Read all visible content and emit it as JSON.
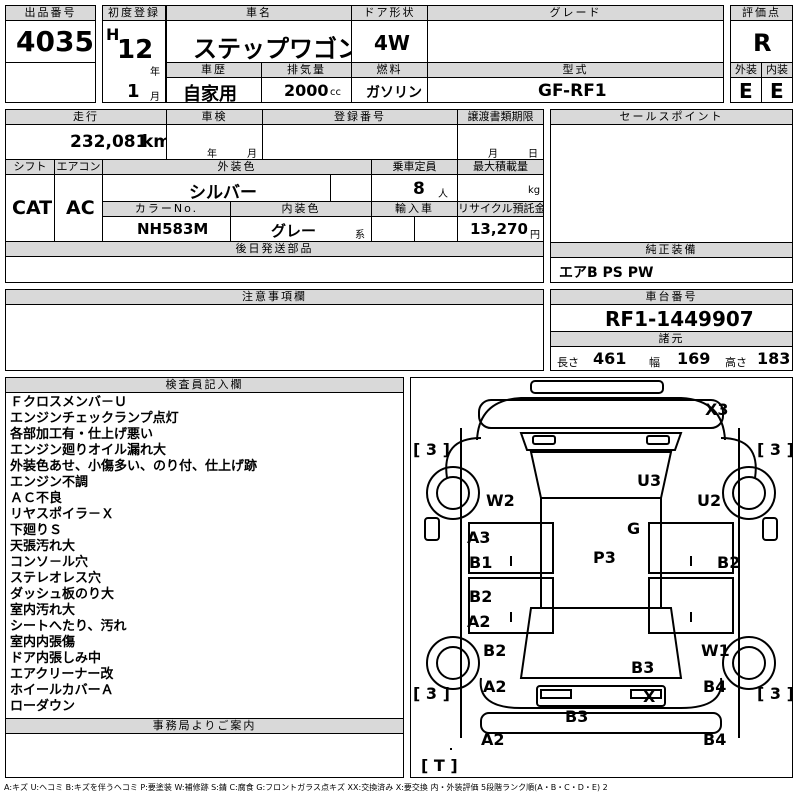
{
  "headers": {
    "lot": "出品番号",
    "first_reg": "初度登録",
    "car_name": "車名",
    "door": "ドア形状",
    "grade": "グレード",
    "score": "評価点",
    "history": "車歴",
    "displacement": "排気量",
    "fuel": "燃料",
    "model": "型式",
    "exterior": "外装",
    "interior": "内装",
    "mileage": "走行",
    "shaken": "車検",
    "reg_no": "登録番号",
    "transfer_deadline": "譲渡書類期限",
    "sales_point": "セールスポイント",
    "shift": "シフト",
    "aircon": "エアコン",
    "ext_color": "外装色",
    "capacity": "乗車定員",
    "max_load": "最大積載量",
    "color_no": "カラーNo.",
    "int_color": "内装色",
    "import": "輸入車",
    "recycle": "リサイクル預託金",
    "later_parts": "後日発送部品",
    "genuine": "純正装備",
    "notes": "注意事項欄",
    "chassis": "車台番号",
    "specs": "諸元",
    "inspector": "検査員記入欄",
    "office": "事務局よりご案内"
  },
  "vehicle": {
    "lot_number": "4035",
    "era": "H",
    "year": "12",
    "year_unit": "年",
    "month": "1",
    "month_unit": "月",
    "name": "ステップワゴン",
    "door": "4W",
    "grade": "",
    "score": "R",
    "history": "自家用",
    "displacement": "2000",
    "displacement_unit": "cc",
    "fuel": "ガソリン",
    "model": "GF-RF1",
    "exterior_score": "E",
    "interior_score": "E",
    "mileage": "232,081",
    "mileage_unit": "km",
    "shaken_year_unit": "年",
    "shaken_month_unit": "月",
    "deadline_month_unit": "月",
    "deadline_day_unit": "日",
    "shift": "CAT",
    "aircon": "AC",
    "ext_color": "シルバー",
    "capacity": "8",
    "capacity_unit": "人",
    "max_load_unit": "kg",
    "color_no": "NH583M",
    "int_color": "グレー",
    "int_color_suffix": "系",
    "recycle": "13,270",
    "recycle_unit": "円",
    "genuine": "エアB PS PW",
    "chassis": "RF1-1449907",
    "length_label": "長さ",
    "length": "461",
    "width_label": "幅",
    "width": "169",
    "height_label": "高さ",
    "height": "183"
  },
  "inspector_notes": [
    "Ｆクロスメンバ－Ｕ",
    "エンジンチェックランプ点灯",
    "各部加工有・仕上げ悪い",
    "エンジン廻りオイル漏れ大",
    "外装色あせ、小傷多い、のり付、仕上げ跡",
    "エンジン不調",
    "ＡＣ不良",
    "リヤスポイラ－Ｘ",
    "下廻りＳ",
    "天張汚れ大",
    "コンソ－ル穴",
    "ステレオレス穴",
    "ダッシュ板のり大",
    "室内汚れ大",
    "シートへたり、汚れ",
    "室内内張傷",
    "ドア内張しみ中",
    "エアクリーナー改",
    "ホイールカバーＡ",
    "ローダウン"
  ],
  "diagram_marks": {
    "x3": "X3",
    "tire_fl": "[ 3 ]",
    "tire_fr": "[ 3 ]",
    "tire_rl": "[ 3 ]",
    "tire_rr": "[ 3 ]",
    "spare": "[ T ]",
    "u3": "U3",
    "w2": "W2",
    "u2": "U2",
    "g": "G",
    "a3": "A3",
    "p3": "P3",
    "b1": "B1",
    "b2_r": "B2",
    "b2_l": "B2",
    "a2_l": "A2",
    "b2_lf": "B2",
    "w1": "W1",
    "b3_roof": "B3",
    "a2_lr": "A2",
    "b4_rr": "B4",
    "x_rear": "X",
    "b3_bumper": "B3",
    "a2_bumper": "A2",
    "b4_bumper": "B4"
  },
  "legend": "A:キズ U:ヘコミ B:キズを伴うヘコミ P:要塗装 W:補修跡 S:錆 C:腐食 G:フロントガラス点キズ XX:交換済み X:要交換 内・外装評価 5段階ランク順(A・B・C・D・E) 2"
}
